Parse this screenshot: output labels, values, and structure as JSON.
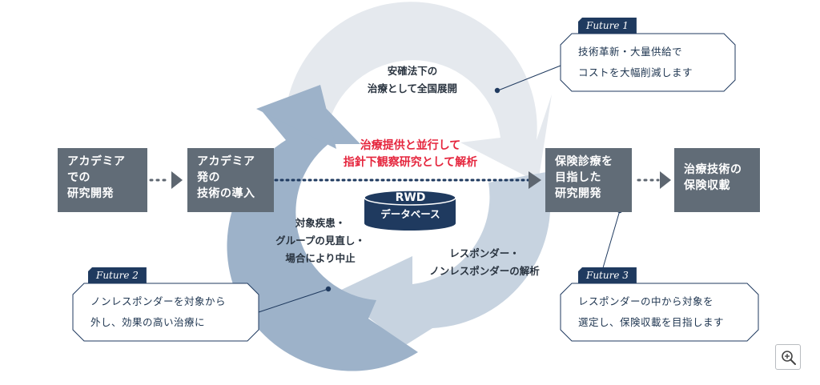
{
  "stages": [
    {
      "id": "stage1",
      "lines": [
        "アカデミア",
        "での",
        "研究開発"
      ]
    },
    {
      "id": "stage2",
      "lines": [
        "アカデミア",
        "発の",
        "技術の導入"
      ]
    },
    {
      "id": "stage3",
      "lines": [
        "保険診療を",
        "目指した",
        "研究開発"
      ]
    },
    {
      "id": "stage4",
      "lines": [
        "治療技術の",
        "保険収載"
      ]
    }
  ],
  "cycle": {
    "top_label": [
      "安確法下の",
      "治療として全国展開"
    ],
    "left_label": [
      "対象疾患・",
      "グループの見直し・",
      "場合により中止"
    ],
    "right_label": [
      "レスポンダー・",
      "ノンレスポンダーの解析"
    ],
    "center_label": [
      "治療提供と並行して",
      "指針下観察研究として解析"
    ],
    "rwd": {
      "title": "RWD",
      "subtitle": "データベース"
    }
  },
  "futures": [
    {
      "tag": "Future 1",
      "lines": [
        "技術革新・大量供給で",
        "コストを大幅削減します"
      ]
    },
    {
      "tag": "Future 2",
      "lines": [
        "ノンレスポンダーを対象から",
        "外し、効果の高い治療に"
      ]
    },
    {
      "tag": "Future 3",
      "lines": [
        "レスポンダーの中から対象を",
        "選定し、保険収載を目指します"
      ]
    }
  ],
  "colors": {
    "stage_box": "#616c77",
    "arrow_light": "#e5e9ee",
    "arrow_mid": "#c7d3e0",
    "arrow_dark": "#9db2c9",
    "highlight_text": "#e5253d",
    "navy": "#1f3a5f"
  },
  "icons": {
    "zoom": "zoom-in-icon"
  }
}
